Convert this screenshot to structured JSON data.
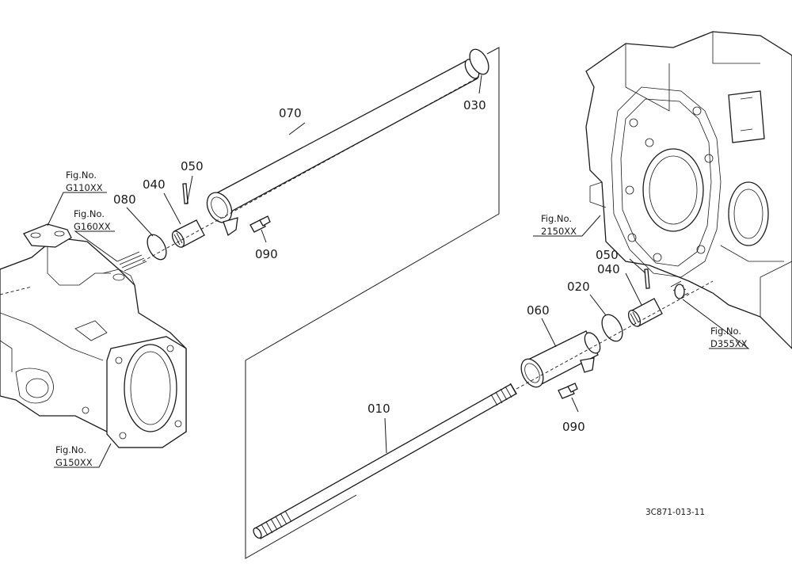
{
  "parts": {
    "p010": "010",
    "p020": "020",
    "p030": "030",
    "p040a": "040",
    "p040b": "040",
    "p050a": "050",
    "p050b": "050",
    "p060": "060",
    "p070": "070",
    "p080": "080",
    "p090a": "090",
    "p090b": "090"
  },
  "figures": {
    "g110": {
      "prefix": "Fig.No.",
      "code": "G110XX"
    },
    "g160": {
      "prefix": "Fig.No.",
      "code": "G160XX"
    },
    "g150": {
      "prefix": "Fig.No.",
      "code": "G150XX"
    },
    "f2150": {
      "prefix": "Fig.No.",
      "code": "2150XX"
    },
    "d355": {
      "prefix": "Fig.No.",
      "code": "D355XX"
    }
  },
  "drawing_ref": "3C871-013-11"
}
